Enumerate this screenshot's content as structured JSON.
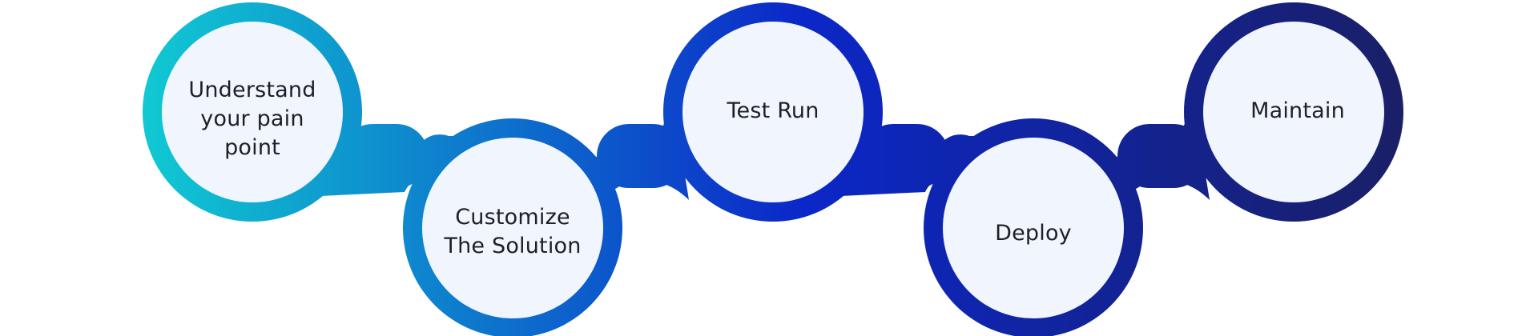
{
  "steps": [
    {
      "label": "Understand\nyour pain\npoint"
    },
    {
      "label": "Customize\nThe Solution"
    },
    {
      "label": "Test Run"
    },
    {
      "label": "Deploy"
    },
    {
      "label": "Maintain"
    }
  ],
  "colors": {
    "gradient_start": "#10c9d2",
    "gradient_mid": "#0b27c8",
    "gradient_end": "#1a1f66",
    "circle_fill": "#f0f5fe",
    "label_text": "#1e1f28"
  }
}
